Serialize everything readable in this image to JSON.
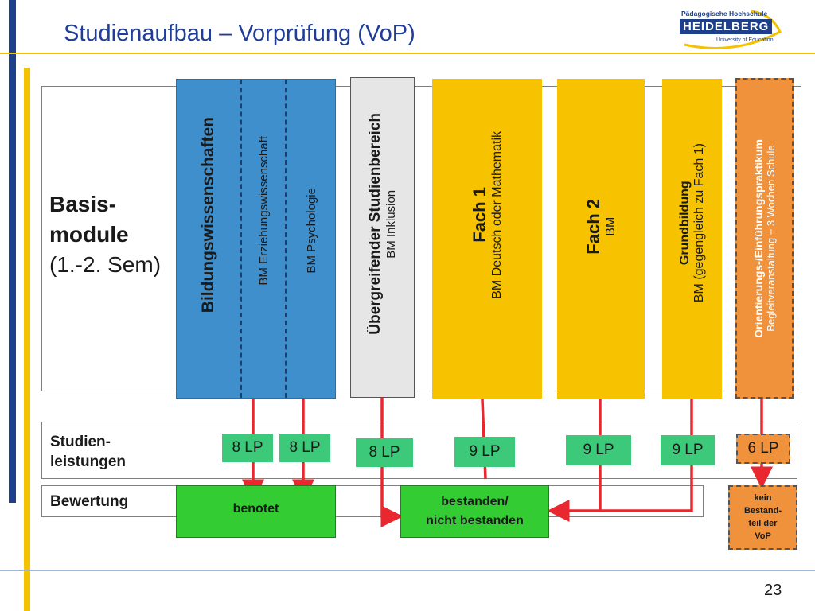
{
  "slide": {
    "title": "Studienaufbau – Vorprüfung (VoP)",
    "page_number": "23",
    "colors": {
      "title": "#1f3d99",
      "accent_yellow": "#f5c200",
      "accent_blue": "#1e3f8c",
      "blue_column": "#3f8fcc",
      "grey_column": "#e6e6e6",
      "yellow_column": "#f7c300",
      "orange_column": "#f0923b",
      "lp_box": "#3cc97a",
      "bewertung_box": "#33cc33",
      "arrow": "#e8282e"
    }
  },
  "logo": {
    "line1": "Pädagogische Hochschule",
    "line2": "HEIDELBERG",
    "line3": "University of Education"
  },
  "basis": {
    "line1": "Basis-",
    "line2": "module",
    "line3": "(1.-2. Sem)"
  },
  "columns": {
    "bildung": {
      "title": "Bildungswissenschaften",
      "sub1": "BM Erziehungswissenschaft",
      "sub2": "BM Psychologie"
    },
    "uebergreifend": {
      "title": "Übergreifender Studienbereich",
      "sub": "BM Inklusion"
    },
    "fach1": {
      "title": "Fach 1",
      "sub": "BM Deutsch oder Mathematik"
    },
    "fach2": {
      "title": "Fach 2",
      "sub": "BM"
    },
    "grundbildung": {
      "title": "Grundbildung",
      "sub": "BM (gegengleich zu Fach 1)"
    },
    "praktikum": {
      "title": "Orientierungs-/Einführungspraktikum",
      "sub": "Begleitveranstaltung + 3 Wochen Schule"
    }
  },
  "rows": {
    "studienleistungen_line1": "Studien-",
    "studienleistungen_line2": "leistungen",
    "bewertung": "Bewertung"
  },
  "lp": {
    "erz": "8 LP",
    "psy": "8 LP",
    "inkl": "8 LP",
    "fach1": "9 LP",
    "fach2": "9 LP",
    "grund": "9 LP",
    "prakt": "6 LP"
  },
  "bewertung": {
    "benotet": "benotet",
    "bestanden_line1": "bestanden/",
    "bestanden_line2": "nicht bestanden",
    "kein_line1": "kein",
    "kein_line2": "Bestand-",
    "kein_line3": "teil der",
    "kein_line4": "VoP"
  }
}
